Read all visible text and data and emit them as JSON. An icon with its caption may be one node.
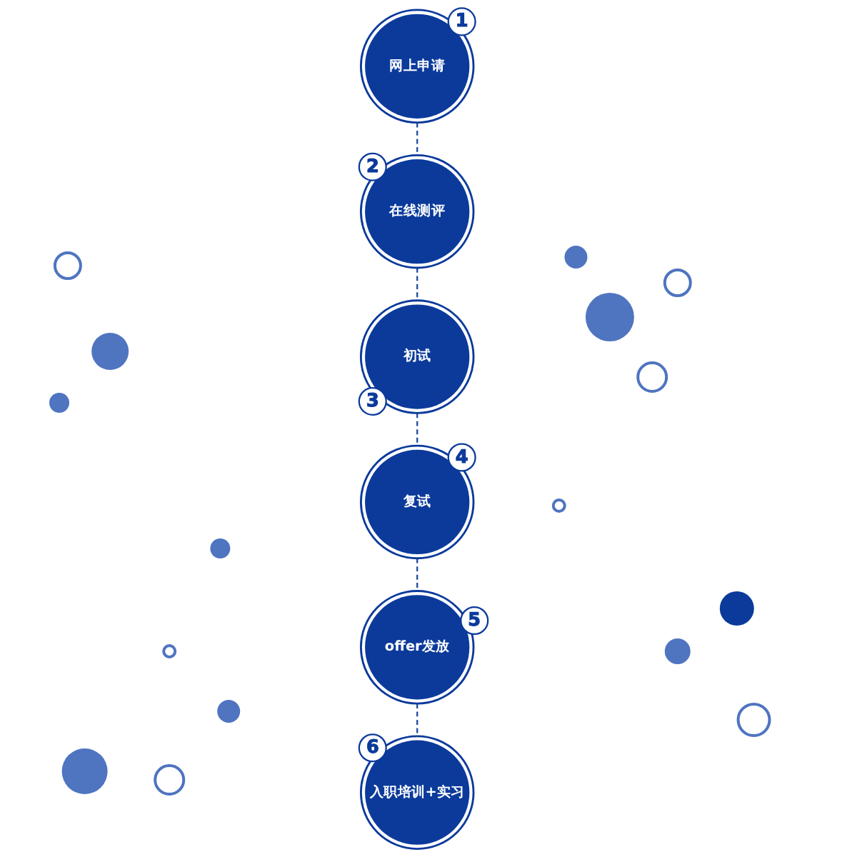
{
  "diagram": {
    "nodes": [
      {
        "text": [
          "网上申请"
        ],
        "beside": [
          "1"
        ]
      },
      {
        "text": [
          "在线测评"
        ],
        "beside": [
          "2"
        ]
      },
      {
        "text": [
          "初试"
        ],
        "beside": [
          "3"
        ]
      },
      {
        "text": [
          "复试"
        ],
        "beside": [
          "4"
        ]
      },
      {
        "text": [
          "offer发放"
        ],
        "beside": [
          "5"
        ]
      },
      {
        "text": [
          "入职培训+实习"
        ],
        "beside": [
          "6"
        ]
      }
    ],
    "edges": [
      {
        "from": 0,
        "to": 1,
        "arrow": "none",
        "style": "dashed"
      },
      {
        "from": 1,
        "to": 2,
        "arrow": "none",
        "style": "dashed"
      },
      {
        "from": 2,
        "to": 3,
        "arrow": "none",
        "style": "dashed"
      },
      {
        "from": 3,
        "to": 4,
        "arrow": "none",
        "style": "dashed"
      },
      {
        "from": 4,
        "to": 5,
        "arrow": "none",
        "style": "dashed"
      }
    ]
  }
}
